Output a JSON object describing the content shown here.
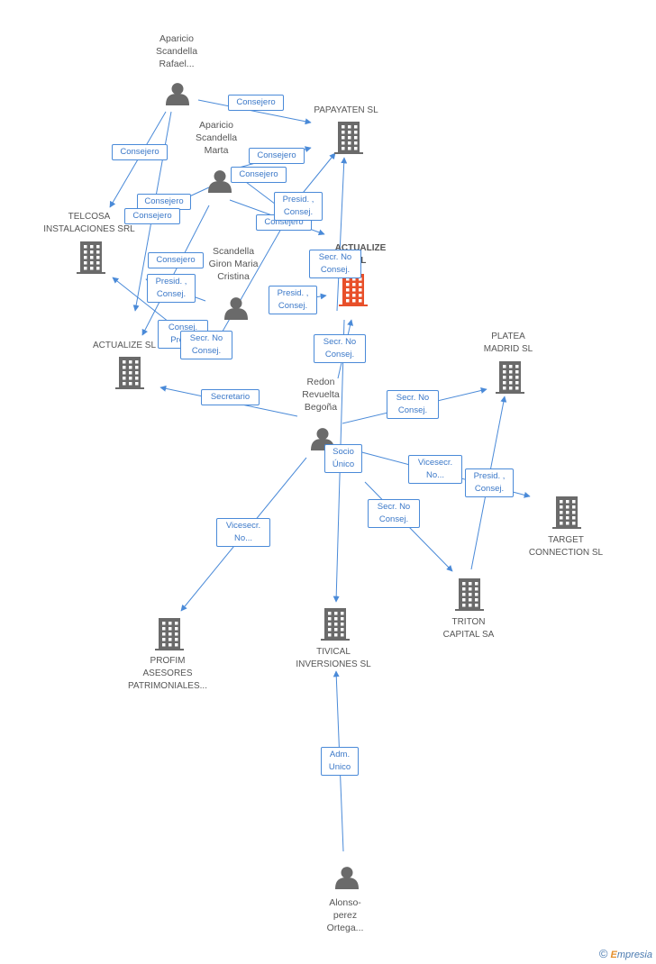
{
  "colors": {
    "edge": "#4a8ad8",
    "icon": "#6a6a6a",
    "focus": "#e8502a",
    "label_text": "#3b78c8"
  },
  "nodes": [
    {
      "id": "aparicio_rafael",
      "type": "person",
      "label": "Aparicio\nScandella\nRafael..."
    },
    {
      "id": "aparicio_marta",
      "type": "person",
      "label": "Aparicio\nScandella\nMarta"
    },
    {
      "id": "scandella_giron",
      "type": "person",
      "label": "Scandella\nGiron Maria\nCristina"
    },
    {
      "id": "redon",
      "type": "person",
      "label": "Redon\nRevuelta\nBegoña"
    },
    {
      "id": "alonso",
      "type": "person",
      "label": "Alonso-\nperez\nOrtega..."
    },
    {
      "id": "papayaten",
      "type": "company",
      "label": "PAPAYATEN SL"
    },
    {
      "id": "telcosa",
      "type": "company",
      "label": "TELCOSA\nINSTALACIONES SRL"
    },
    {
      "id": "actualize_focus",
      "type": "company",
      "label": "ACTUALIZE\nSL",
      "focus": true
    },
    {
      "id": "actualize_sl",
      "type": "company",
      "label": "ACTUALIZE SL"
    },
    {
      "id": "platea",
      "type": "company",
      "label": "PLATEA\nMADRID SL"
    },
    {
      "id": "target",
      "type": "company",
      "label": "TARGET\nCONNECTION SL"
    },
    {
      "id": "triton",
      "type": "company",
      "label": "TRITON\nCAPITAL SA"
    },
    {
      "id": "tivical",
      "type": "company",
      "label": "TIVICAL\nINVERSIONES SL"
    },
    {
      "id": "profim",
      "type": "company",
      "label": "PROFIM\nASESORES\nPATRIMONIALES..."
    }
  ],
  "edges": [
    {
      "id": "e1",
      "label": "Consejero"
    },
    {
      "id": "e2",
      "label": "Consejero"
    },
    {
      "id": "e3",
      "label": "Consejero"
    },
    {
      "id": "e4",
      "label": "Consejero"
    },
    {
      "id": "e5",
      "label": "Consejero"
    },
    {
      "id": "e6",
      "label": "Consejero"
    },
    {
      "id": "e7",
      "label": "Consejero"
    },
    {
      "id": "e8",
      "label": "Consejero"
    },
    {
      "id": "e9",
      "label": "Presid. ,\nConsej."
    },
    {
      "id": "e10",
      "label": "Secr. No\nConsej."
    },
    {
      "id": "e11",
      "label": "Presid. ,\nConsej."
    },
    {
      "id": "e12",
      "label": "Presid. ,\nConsej."
    },
    {
      "id": "e13",
      "label": "Consej.\nPres..."
    },
    {
      "id": "e14",
      "label": "Secr. No\nConsej."
    },
    {
      "id": "e15",
      "label": "Secr. No\nConsej."
    },
    {
      "id": "e16",
      "label": "Secretario"
    },
    {
      "id": "e17",
      "label": "Secr. No\nConsej."
    },
    {
      "id": "e18",
      "label": "Socio\nÚnico"
    },
    {
      "id": "e19",
      "label": "Vicesecr.\nNo..."
    },
    {
      "id": "e20",
      "label": "Presid. ,\nConsej."
    },
    {
      "id": "e21",
      "label": "Secr. No\nConsej."
    },
    {
      "id": "e22",
      "label": "Vicesecr.\nNo..."
    },
    {
      "id": "e23",
      "label": "Adm.\nUnico"
    }
  ],
  "footer": {
    "copyright_symbol": "©",
    "brand_e": "E",
    "brand_rest": "mpresia"
  }
}
